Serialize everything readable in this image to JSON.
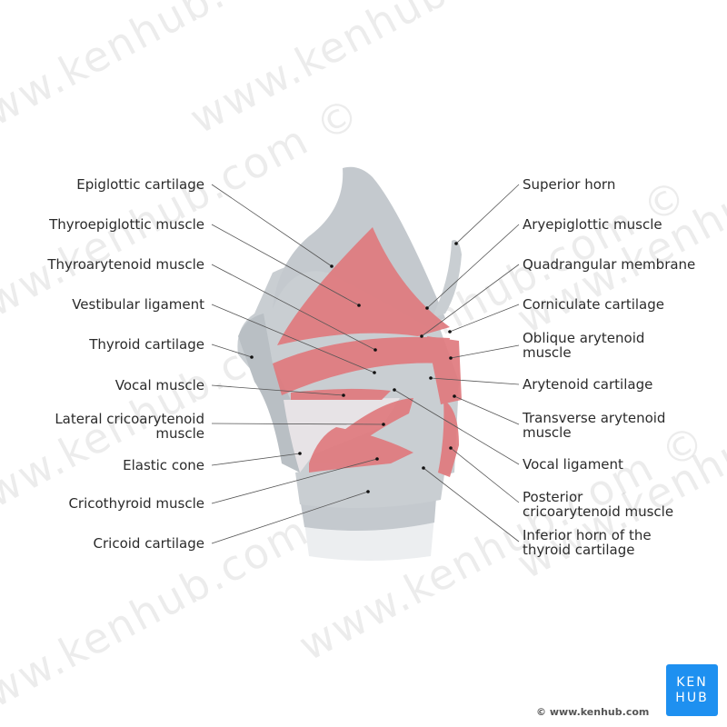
{
  "watermark": "www.kenhub.com ©",
  "labels_left": [
    {
      "lines": [
        "Epiglottic cartilage"
      ]
    },
    {
      "lines": [
        "Thyroepiglottic muscle"
      ]
    },
    {
      "lines": [
        "Thyroarytenoid muscle"
      ]
    },
    {
      "lines": [
        "Vestibular ligament"
      ]
    },
    {
      "lines": [
        "Thyroid cartilage"
      ]
    },
    {
      "lines": [
        "Vocal muscle"
      ]
    },
    {
      "lines": [
        "Lateral cricoarytenoid",
        "muscle"
      ]
    },
    {
      "lines": [
        "Elastic cone"
      ]
    },
    {
      "lines": [
        "Cricothyroid muscle"
      ]
    },
    {
      "lines": [
        "Cricoid cartilage"
      ]
    }
  ],
  "labels_right": [
    {
      "lines": [
        "Superior horn"
      ]
    },
    {
      "lines": [
        "Aryepiglottic muscle"
      ]
    },
    {
      "lines": [
        "Quadrangular membrane"
      ]
    },
    {
      "lines": [
        "Corniculate cartilage"
      ]
    },
    {
      "lines": [
        "Oblique arytenoid",
        "muscle"
      ]
    },
    {
      "lines": [
        "Arytenoid cartilage"
      ]
    },
    {
      "lines": [
        "Transverse arytenoid",
        "muscle"
      ]
    },
    {
      "lines": [
        "Vocal ligament"
      ]
    },
    {
      "lines": [
        "Posterior",
        "cricoarytenoid muscle"
      ]
    },
    {
      "lines": [
        "Inferior horn of the",
        "thyroid cartilage"
      ]
    }
  ],
  "footer": {
    "copyright": "© www.kenhub.com",
    "logo_line1": "KEN",
    "logo_line2": "HUB"
  },
  "colors": {
    "cartilage": "#c9ced2",
    "muscle": "#e07a7e",
    "logo": "#1e90f0",
    "leader": "#555555"
  }
}
